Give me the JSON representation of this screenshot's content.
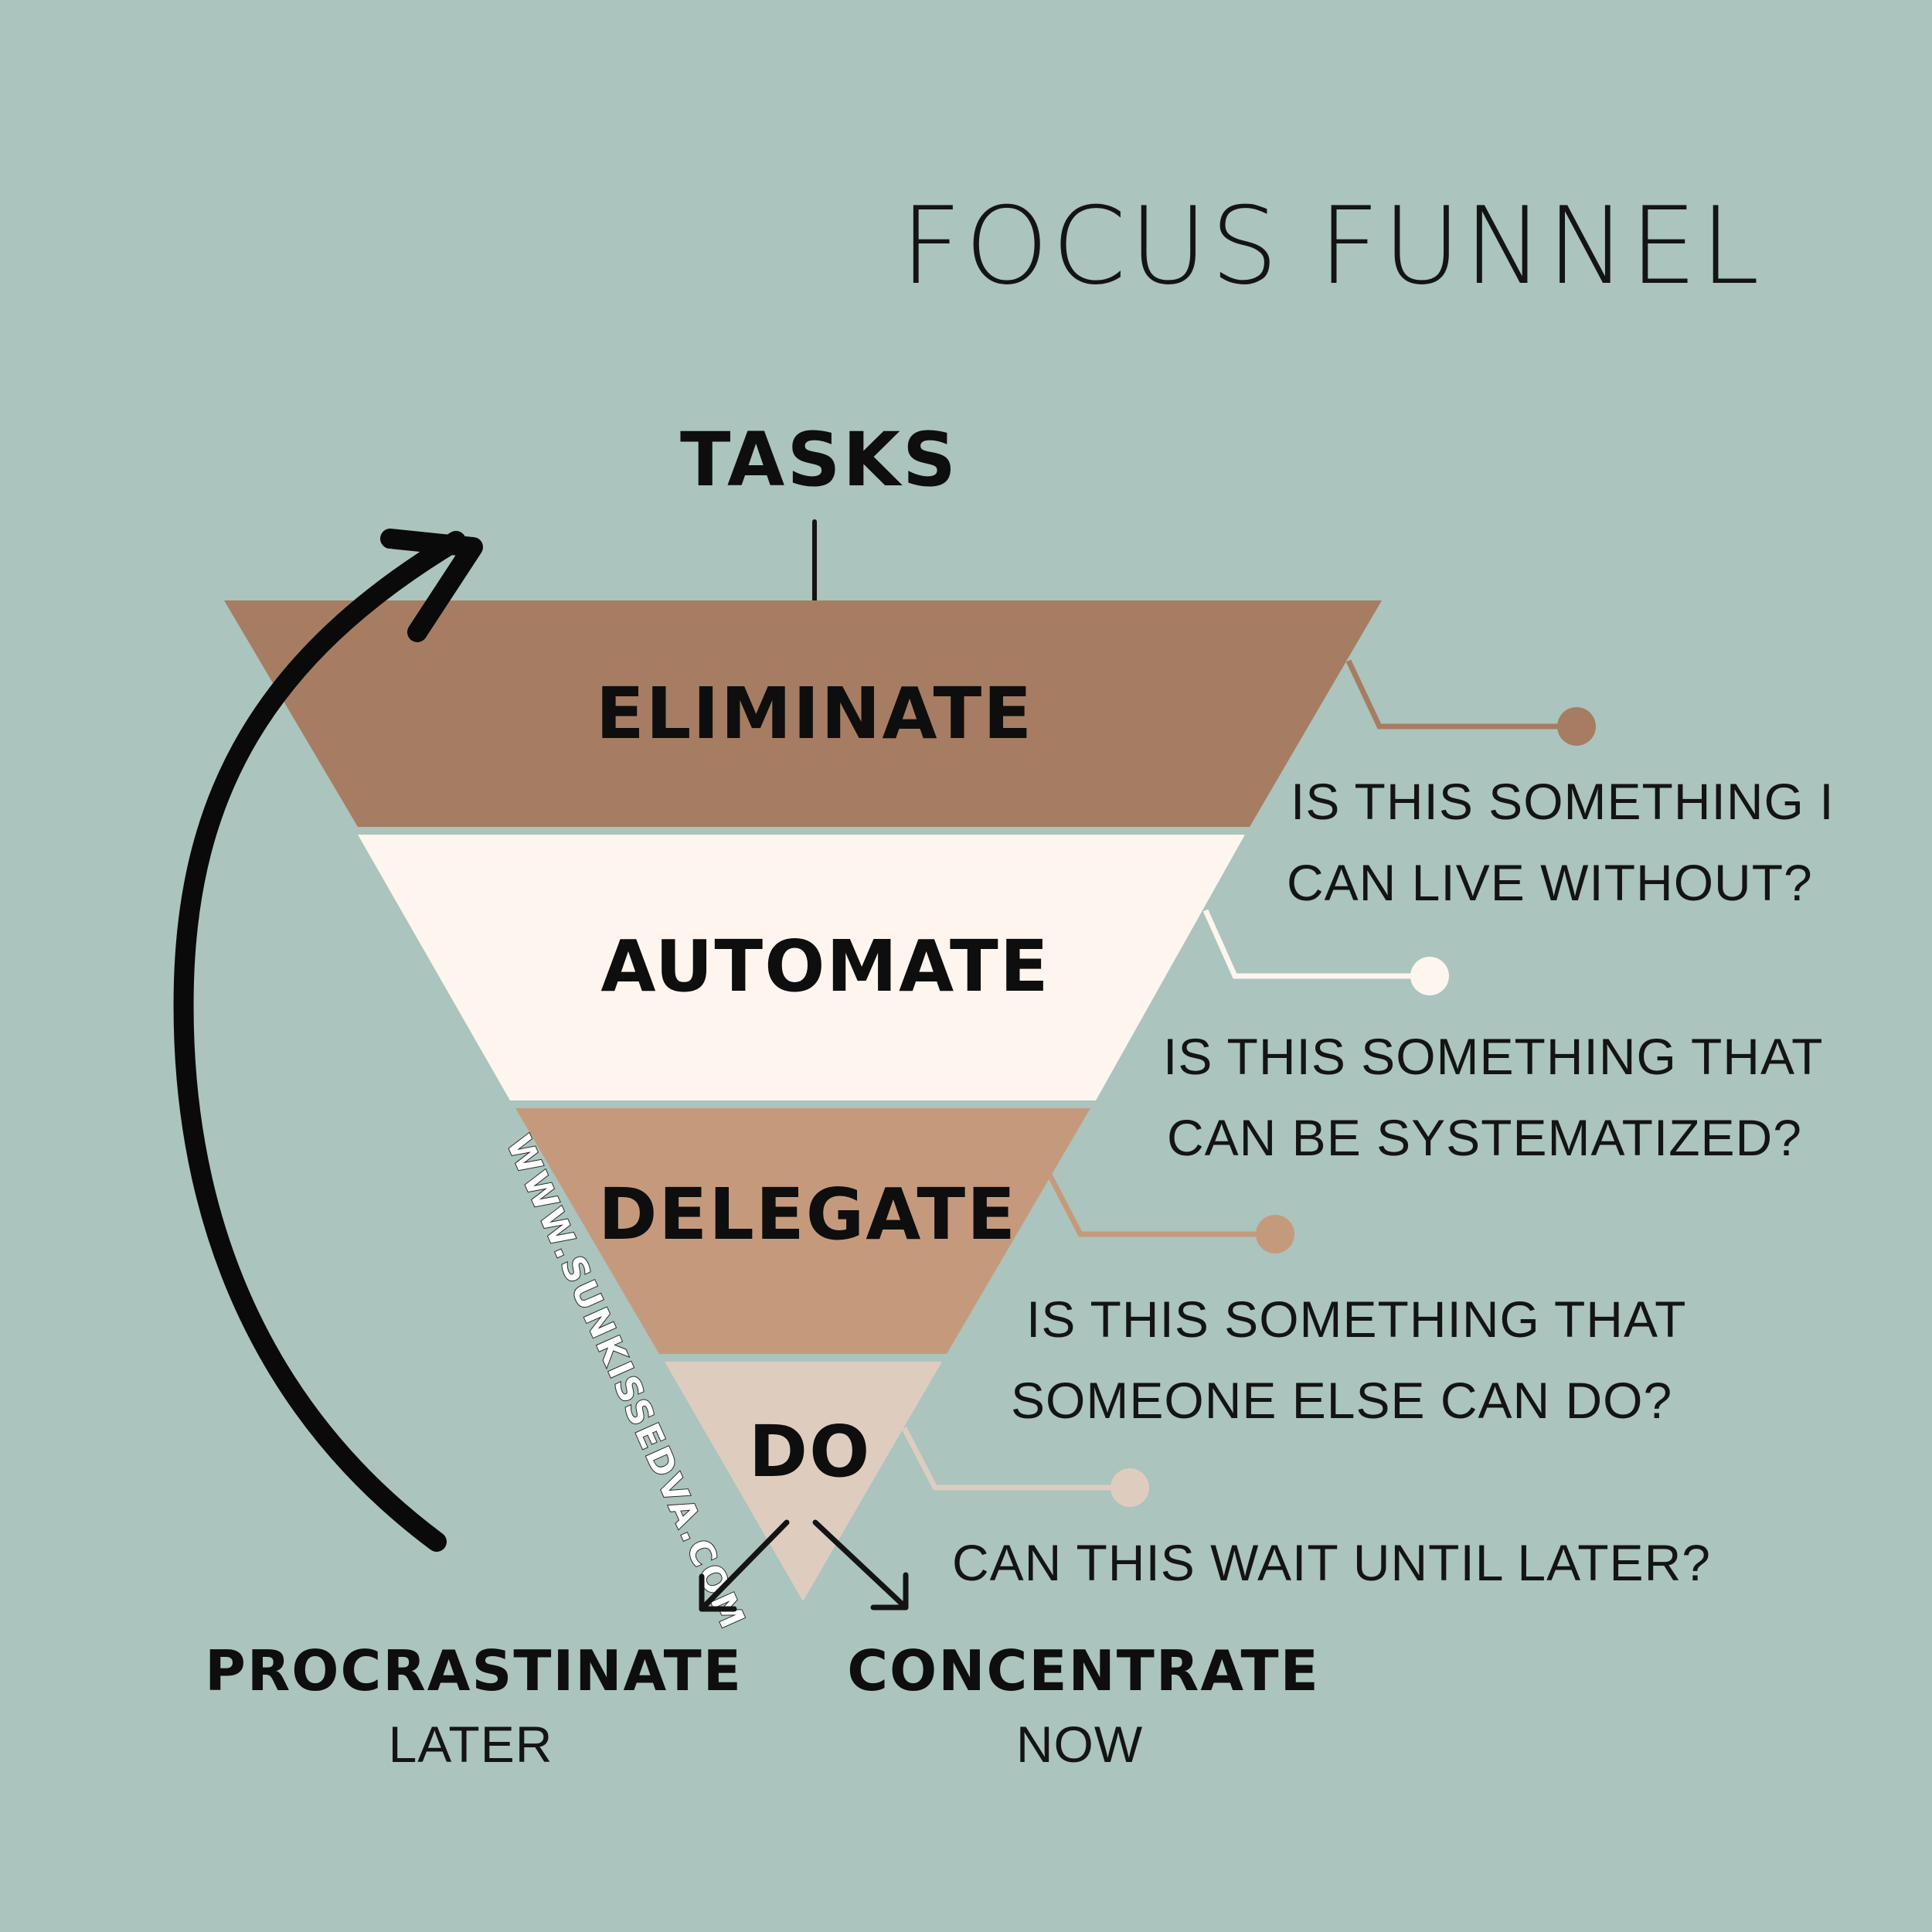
{
  "title": "FOCUS FUNNEL",
  "input_label": "TASKS",
  "colors": {
    "background": "#abc4bd",
    "eliminate": "#a67d62",
    "automate": "#fdf5ee",
    "delegate": "#c59a7c",
    "do": "#decdbf",
    "text": "#0e0e0e"
  },
  "stages": [
    {
      "label": "ELIMINATE",
      "question_line1": "IS THIS SOMETHING I",
      "question_line2": "CAN LIVE WITHOUT?"
    },
    {
      "label": "AUTOMATE",
      "question_line1": "IS THIS SOMETHING THAT",
      "question_line2": "CAN BE SYSTEMATIZED?"
    },
    {
      "label": "DELEGATE",
      "question_line1": "IS THIS SOMETHING THAT",
      "question_line2": "SOMEONE ELSE CAN DO?"
    },
    {
      "label": "DO",
      "question_line1": "CAN THIS WAIT UNTIL LATER?",
      "question_line2": ""
    }
  ],
  "outcomes": [
    {
      "label": "PROCRASTINATE",
      "sub": "LATER"
    },
    {
      "label": "CONCENTRATE",
      "sub": "NOW"
    }
  ],
  "watermark": "WWW.SUNKISSEDVA.COM",
  "icons": {
    "tasks_arrow": "arrow-down-icon",
    "loop_arrow": "curved-return-arrow-icon",
    "split_left": "arrow-down-left-icon",
    "split_right": "arrow-down-right-icon"
  }
}
